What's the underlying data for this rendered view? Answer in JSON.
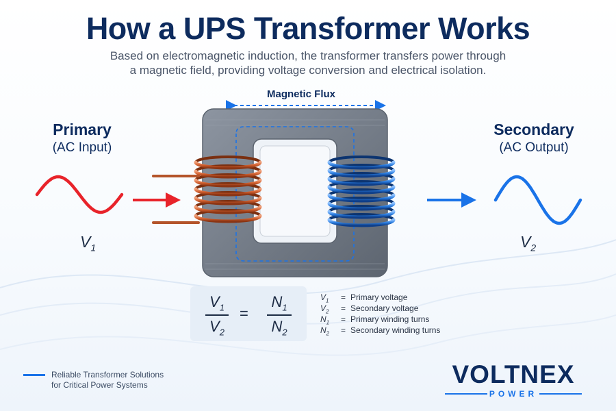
{
  "header": {
    "title": "How a UPS Transformer Works",
    "subtitle_line1": "Based on electromagnetic induction, the transformer transfers power through",
    "subtitle_line2": "a magnetic field, providing voltage conversion and electrical isolation."
  },
  "primary": {
    "heading": "Primary",
    "sub": "(AC Input)",
    "voltage_symbol": "V",
    "voltage_index": "1"
  },
  "secondary": {
    "heading": "Secondary",
    "sub": "(AC Output)",
    "voltage_symbol": "V",
    "voltage_index": "2"
  },
  "core": {
    "flux_label": "Magnetic Flux"
  },
  "formula": {
    "left_num": "V",
    "left_num_idx": "1",
    "left_den": "V",
    "left_den_idx": "2",
    "equals": "=",
    "right_num": "N",
    "right_num_idx": "1",
    "right_den": "N",
    "right_den_idx": "2"
  },
  "legend": [
    {
      "symbol": "V",
      "index": "1",
      "eq": "=",
      "text": "Primary voltage"
    },
    {
      "symbol": "V",
      "index": "2",
      "eq": "=",
      "text": "Secondary voltage"
    },
    {
      "symbol": "N",
      "index": "1",
      "eq": "=",
      "text": "Primary winding turns"
    },
    {
      "symbol": "N",
      "index": "2",
      "eq": "=",
      "text": "Secondary winding turns"
    }
  ],
  "footer": {
    "tagline_line1": "Reliable Transformer Solutions",
    "tagline_line2": "for Critical Power Systems",
    "logo_main": "VOLTNEX",
    "logo_sub": "POWER"
  },
  "colors": {
    "title": "#0d2b5e",
    "primary_wave": "#e8232a",
    "secondary_wave": "#1a73e8",
    "primary_coil": "#c8552a",
    "secondary_coil": "#1f6fd1",
    "core": "#6b7480",
    "flux": "#1a73e8"
  }
}
